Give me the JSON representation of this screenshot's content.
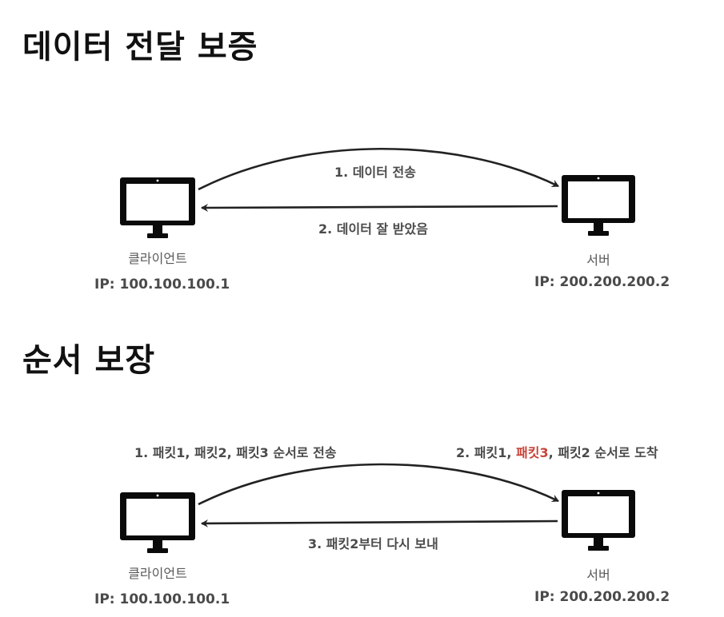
{
  "section1": {
    "title": "데이터 전달 보증",
    "arrow1_label": "1. 데이터 전송",
    "arrow2_label": "2. 데이터 잘 받았음",
    "client": {
      "name": "클라이언트",
      "ip": "IP: 100.100.100.1"
    },
    "server": {
      "name": "서버",
      "ip": "IP: 200.200.200.2"
    }
  },
  "section2": {
    "title": "순서 보장",
    "left_label": "1. 패킷1, 패킷2, 패킷3 순서로 전송",
    "right_label": {
      "prefix": "2. 패킷1, ",
      "highlight": "패킷3",
      "suffix": ", 패킷2 순서로 도착"
    },
    "return_label": "3. 패킷2부터 다시 보내",
    "client": {
      "name": "클라이언트",
      "ip": "IP: 100.100.100.1"
    },
    "server": {
      "name": "서버",
      "ip": "IP: 200.200.200.2"
    }
  },
  "colors": {
    "highlight": "#c8453a",
    "text": "#4a4a4a",
    "stroke": "#222222"
  },
  "icons": [
    "monitor-icon",
    "arrow-icon"
  ]
}
